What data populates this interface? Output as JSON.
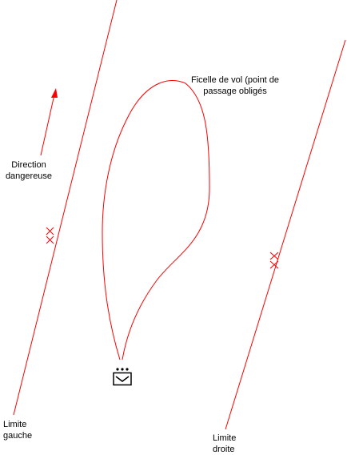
{
  "labels": {
    "direction": "Direction\ndangereuse",
    "flight_path": "Ficelle de vol (point de\npassage obligés",
    "left_limit": "Limite\ngauche",
    "right_limit": "Limite\ndroite"
  },
  "colors": {
    "line": "#ff0000",
    "text": "#000000",
    "icon": "#000000"
  },
  "icons": {
    "left_markers": "cross-marker",
    "right_markers": "cross-marker",
    "start": "pilot-station-icon",
    "direction": "arrow-up-icon"
  }
}
